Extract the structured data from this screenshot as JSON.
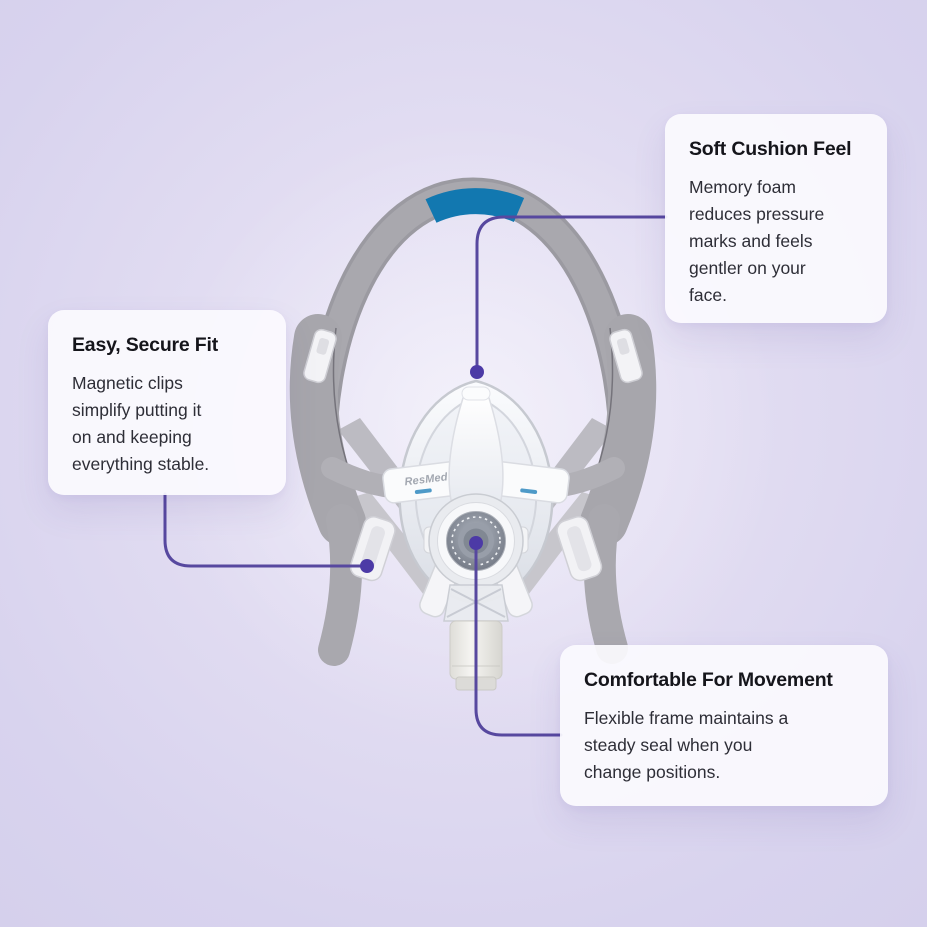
{
  "page": {
    "type": "product-feature-highlights"
  },
  "colors": {
    "background_center": "#E9E5F6",
    "background_edge": "#D6D1ED",
    "connector_line": "#57489F",
    "connector_dot": "#4C3AA6",
    "card_background": "#FBFAFE",
    "heading_text": "#15151B",
    "body_text": "#2E2E37",
    "headgear_blue": "#1278B0",
    "strap_gray": "#A7A6AC",
    "accent_dash_blue": "#4E9AC8"
  },
  "product": {
    "name": "Full face CPAP mask with headgear",
    "brand_label": "ResMed"
  },
  "callouts": [
    {
      "title": "Soft Cushion Feel",
      "body": "Memory foam\nreduces pressure\nmarks and feels\ngentler on your\nface."
    },
    {
      "title": "Easy, Secure Fit",
      "body": "Magnetic clips\nsimplify putting it\non and keeping\neverything stable."
    },
    {
      "title": "Comfortable For Movement",
      "body": "Flexible frame maintains a\nsteady seal when you\nchange positions."
    }
  ]
}
